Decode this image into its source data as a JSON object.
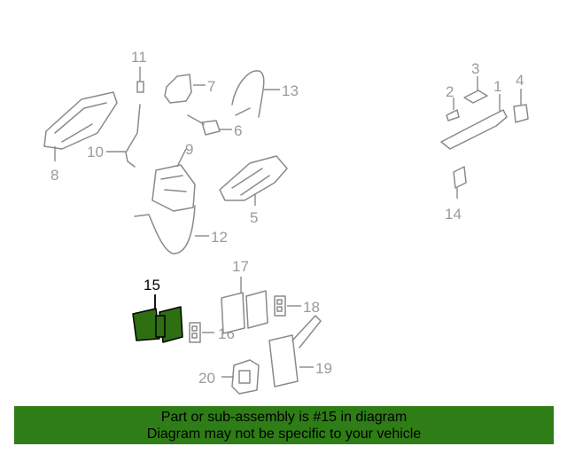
{
  "callouts": {
    "c1": "1",
    "c2": "2",
    "c3": "3",
    "c4": "4",
    "c5": "5",
    "c6": "6",
    "c7": "7",
    "c8": "8",
    "c9": "9",
    "c10": "10",
    "c11": "11",
    "c12": "12",
    "c13": "13",
    "c14": "14",
    "c15": "15",
    "c16": "16",
    "c17": "17",
    "c18": "18",
    "c19": "19",
    "c20": "20"
  },
  "highlighted_part": "15",
  "colors": {
    "highlight": "#2f6e12",
    "banner_bg": "#2e7d16",
    "line_art": "#8a8a8a"
  },
  "banner": {
    "line1": "Part or sub-assembly is #15 in diagram",
    "line2": "Diagram may not be specific to your vehicle"
  }
}
